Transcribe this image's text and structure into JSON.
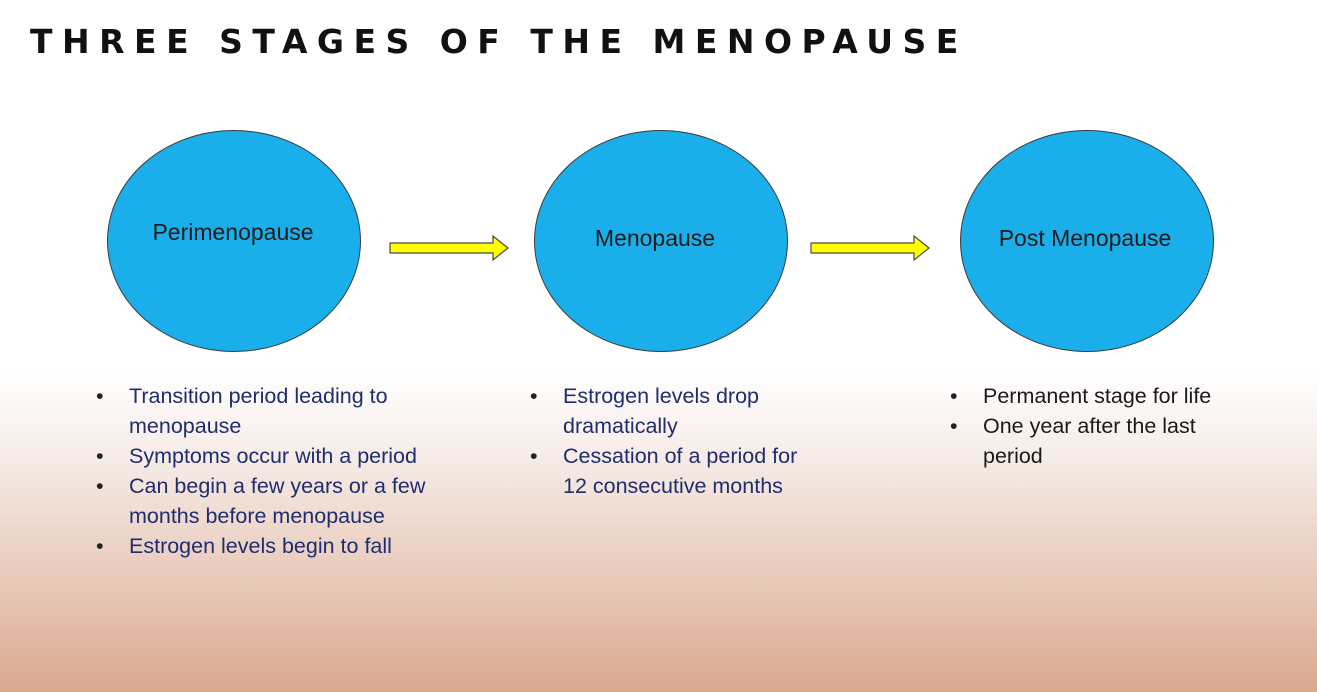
{
  "title": "THREE STAGES OF THE MENOPAUSE",
  "colors": {
    "circle_fill": "#1aaeeb",
    "arrow_fill": "#ffff00",
    "bullet_text": "#1f2d6e"
  },
  "stages": [
    {
      "name": "Perimenopause",
      "bullets": [
        "Transition period leading to menopause",
        "Symptoms occur with a period",
        "Can begin a few years or a few months before menopause",
        "Estrogen levels begin to fall"
      ]
    },
    {
      "name": "Menopause",
      "bullets": [
        "Estrogen levels drop dramatically",
        "Cessation of a period for 12  consecutive months"
      ]
    },
    {
      "name": "Post Menopause",
      "bullets": [
        "Permanent stage for life",
        "One  year after the last period"
      ]
    }
  ]
}
